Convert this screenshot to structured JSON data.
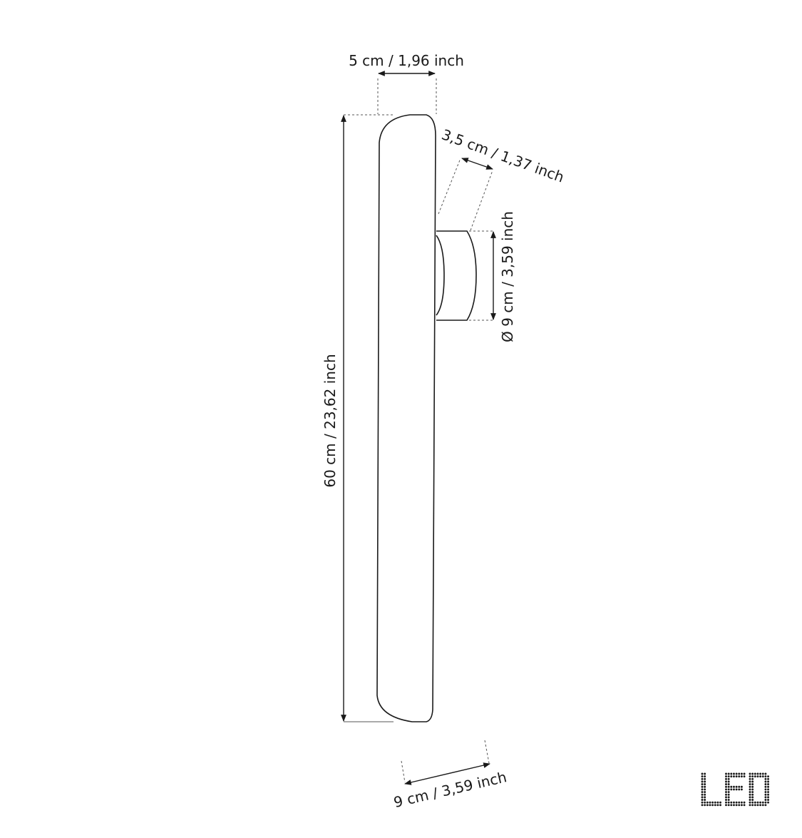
{
  "dimensions": {
    "top_width": "5 cm / 1,96 inch",
    "height": "60 cm / 23,62 inch",
    "projection": "3,5 cm / 1,37 inch",
    "mount_diameter": "Ø 9 cm / 3,59 inch",
    "bottom_width": "9 cm / 3,59 inch"
  },
  "logo": {
    "text": "LED",
    "color": "#1a1a1a"
  },
  "colors": {
    "line": "#1a1a1a",
    "background": "#ffffff"
  }
}
